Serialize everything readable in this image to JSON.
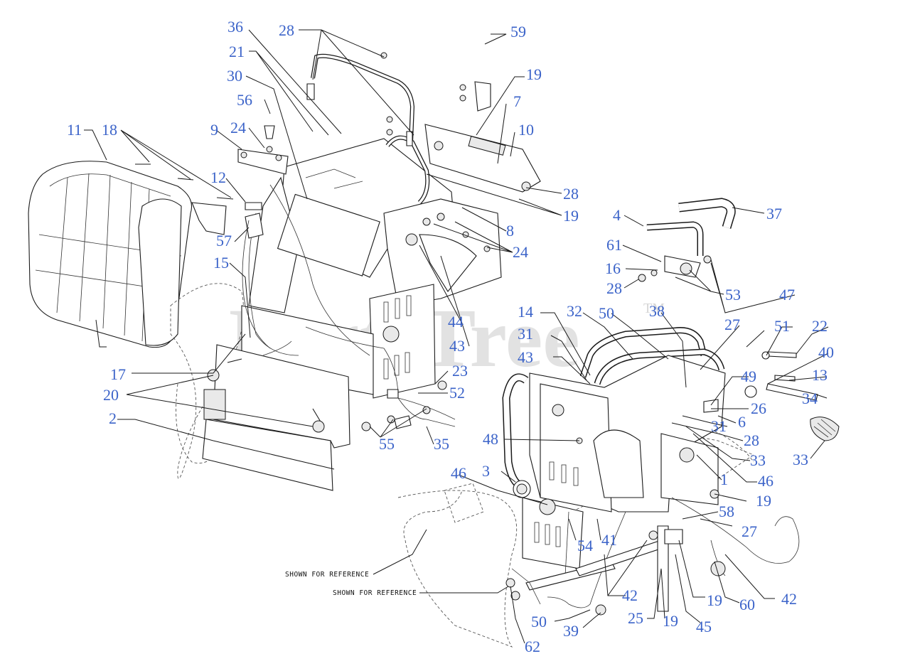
{
  "watermark": {
    "text": "PartsTree",
    "tm": "TM"
  },
  "reference_labels": [
    "SHOWN FOR REFERENCE",
    "SHOWN FOR REFERENCE"
  ],
  "callouts": [
    "36",
    "28",
    "59",
    "21",
    "19",
    "30",
    "7",
    "56",
    "10",
    "11",
    "18",
    "24",
    "9",
    "28",
    "12",
    "19",
    "8",
    "57",
    "24",
    "37",
    "4",
    "61",
    "15",
    "16",
    "28",
    "53",
    "47",
    "44",
    "14",
    "32",
    "50",
    "38",
    "27",
    "51",
    "22",
    "43",
    "31",
    "43",
    "49",
    "40",
    "17",
    "23",
    "13",
    "34",
    "20",
    "52",
    "26",
    "31",
    "6",
    "2",
    "28",
    "55",
    "35",
    "33",
    "48",
    "33",
    "46",
    "1",
    "46",
    "3",
    "19",
    "58",
    "54",
    "41",
    "27",
    "42",
    "42",
    "50",
    "19",
    "60",
    "39",
    "25",
    "19",
    "45",
    "62"
  ]
}
